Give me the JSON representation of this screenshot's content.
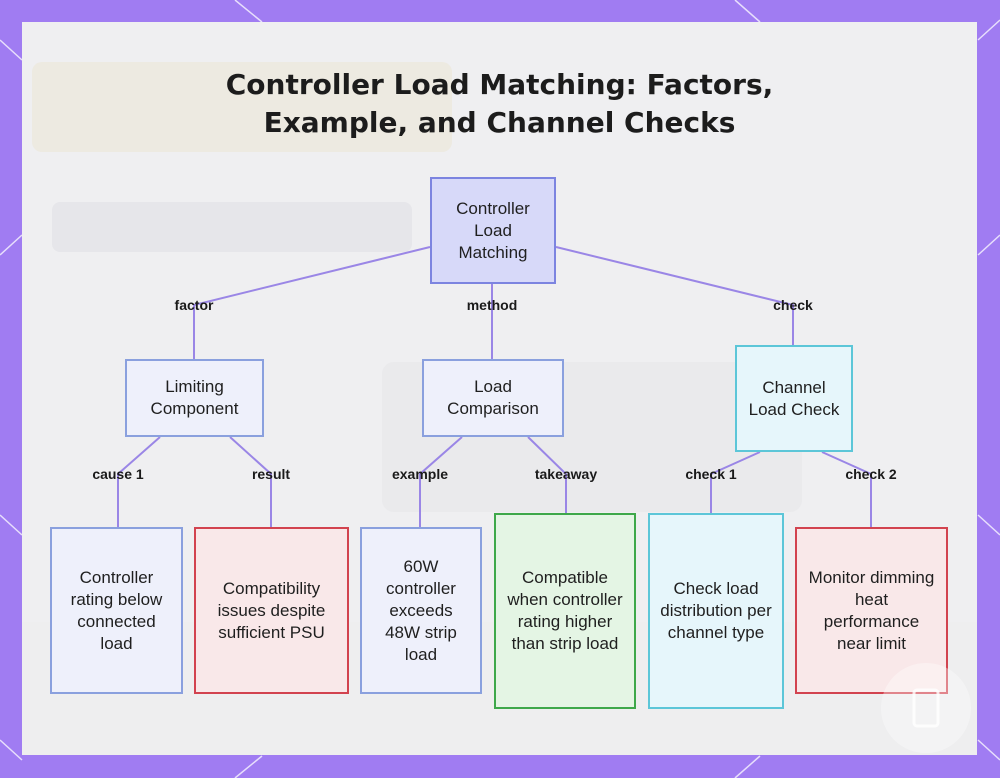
{
  "title_lines": [
    "Controller Load Matching: Factors,",
    "Example, and Channel Checks"
  ],
  "nodes": {
    "root": "Controller Load Matching",
    "limiting": "Limiting Component",
    "comparison": "Load Comparison",
    "channel": "Channel Load Check",
    "rating": "Controller rating below connected load",
    "compat": "Compatibility issues despite sufficient PSU",
    "example": "60W controller exceeds 48W strip load",
    "compatible": "Compatible when controller rating higher than strip load",
    "distribution": "Check load distribution per channel type",
    "monitor": "Monitor dimming heat performance near limit"
  },
  "edge_labels": {
    "factor": "factor",
    "method": "method",
    "check": "check",
    "cause1": "cause 1",
    "result": "result",
    "example": "example",
    "takeaway": "takeaway",
    "check1": "check 1",
    "check2": "check 2"
  },
  "colors": {
    "frame": "#a07cf2",
    "edge": "#9a86e6",
    "root_fill": "#d7d9f9",
    "channel_border": "#5cc6d8",
    "warning_border": "#d2434f",
    "positive_border": "#3ea84a"
  }
}
